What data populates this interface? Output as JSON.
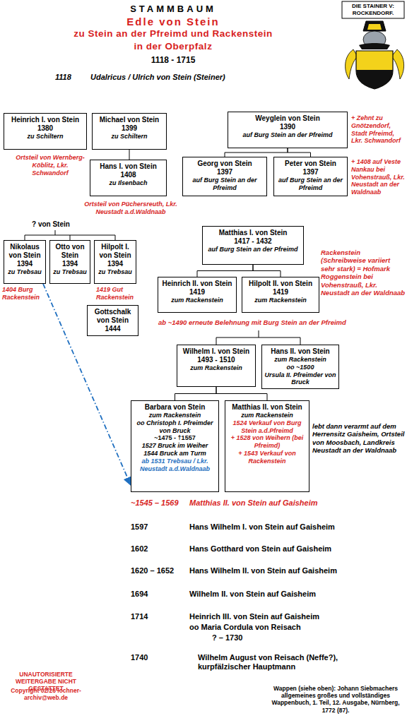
{
  "diagram": {
    "title": "STAMMBAUM",
    "nodes": [
      {
        "text": [
          "Heinrich I. von Stein",
          "1380",
          "zu Schiltern"
        ]
      },
      {
        "text": [
          "Michael von Stein",
          "1399",
          "zu Schiltern"
        ]
      },
      {
        "text": [
          "Hans I. von Stein",
          "1408",
          "zu Ilsenbach"
        ]
      },
      {
        "text": [
          "Weyglein von Stein",
          "1390",
          "auf Burg Stein an der Pfreimd"
        ]
      },
      {
        "text": [
          "Georg von Stein",
          "1397",
          "auf Burg Stein an der Pfreimd"
        ]
      },
      {
        "text": [
          "Peter von Stein",
          "1397",
          "auf Burg Stein an der Pfreimd"
        ]
      },
      {
        "text": [
          "Nikolaus von Stein",
          "1394",
          "zu Trebsau"
        ]
      },
      {
        "text": [
          "Otto von Stein",
          "1394",
          "zu Trebsau"
        ]
      },
      {
        "text": [
          "Hilpolt I. von Stein",
          "1394",
          "zu Trebsau"
        ]
      },
      {
        "text": [
          "Gottschalk von Stein",
          "1444"
        ]
      },
      {
        "text": [
          "Matthias I. von Stein",
          "1417 - 1432",
          "auf Burg Stein an der Pfreimd"
        ]
      },
      {
        "text": [
          "Heinrich II. von Stein",
          "1419",
          "zum Rackenstein"
        ]
      },
      {
        "text": [
          "Hilpolt II. von Stein",
          "1419",
          "zum Rackenstein"
        ]
      },
      {
        "text": [
          "Wilhelm I. von Stein",
          "1493 - 1510",
          "zum Rackenstein"
        ]
      },
      {
        "text": [
          "Hans II. von Stein",
          "zum Rackenstein",
          "oo ~1500",
          "Ursula II. Pfreimder von Bruck"
        ]
      },
      {
        "text": [
          "Barbara von Stein",
          "zum Rackenstein",
          "oo Christoph I. Pfreimder von Bruck",
          "~1475 - †1557",
          "1527 Bruck im Weiher",
          "1544 Bruck am Turm",
          "ab 1531 Trebsau / Lkr. Neustadt a.d.Waldnaab"
        ]
      },
      {
        "text": [
          "Matthias II. von Stein",
          "zum Rackenstein",
          "1524 Verkauf von Burg Stein a.d.Pfreimd",
          "+ 1528 von Weihern (bei Pfreimd)",
          "+ 1543 Verkauf von Rackenstein"
        ]
      }
    ],
    "edges": [
      {
        "from": 1,
        "to": 2,
        "arrow": "none"
      },
      {
        "from": 3,
        "to": 4,
        "arrow": "none"
      },
      {
        "from": 3,
        "to": 5,
        "arrow": "none"
      },
      {
        "from": 10,
        "to": 11,
        "arrow": "none"
      },
      {
        "from": 10,
        "to": 12,
        "arrow": "none"
      },
      {
        "from": 13,
        "to": 15,
        "arrow": "none"
      },
      {
        "from": 13,
        "to": 16,
        "arrow": "none"
      },
      {
        "from": 6,
        "to": 15,
        "arrow": "to"
      }
    ],
    "labels": [
      "Edle von Stein",
      "zu Stein an der Pfreimd und Rackenstein",
      "in der Oberpfalz",
      "1118 - 1715",
      "DIE STAINER V: ROCKENDORF.",
      "1118",
      "Udalricus / Ulrich von Stein (Steiner)",
      "Ortsteil von Wernberg-Köblitz, Lkr. Schwandorf",
      "+ Zehnt zu Gnötzendorf, Stadt Pfreimd, Lkr. Schwandorf",
      "+ 1408 auf Veste Nankau bei Vohenstrauß, Lkr. Neustadt an der Waldnaab",
      "Ortsteil von Püchersreuth, Lkr. Neustadt a.d.Waldnaab",
      "? von Stein",
      "1404 Burg Rackenstein",
      "1419 Gut Rackenstein",
      "Rackenstein (Schreibweise variiert sehr stark) = Hofmark Roggenstein bei Vohenstrauß, Lkr. Neustadt an der Waldnaab",
      "ab ~1490 erneute Belehnung mit Burg Stein an der Pfreimd",
      "lebt dann verarmt auf dem Herrensitz Gaisheim, Ortsteil von Moosbach, Landkreis Neustadt an der Waldnaab",
      "~1545 – 1569",
      "Matthias II. von Stein auf Gaisheim",
      "1597",
      "Hans Wilhelm I. von Stein auf Gaisheim",
      "1602",
      "Hans Gotthard von Stein auf Gaisheim",
      "1620 – 1652",
      "Hans Wilhelm II. von Stein auf Gaisheim",
      "1694",
      "Wilhelm II. von Stein auf Gaisheim",
      "1714",
      "Heinrich III. von Stein auf Gaisheim",
      "oo Maria Cordula von Reisach",
      "? – 1730",
      "1740",
      "Wilhelm August von Reisach (Neffe?), kurpfälzischer Hauptmann",
      "UNAUTORISIERTE WEITERGABE NICHT GESTATTET",
      "Copyright 02/26 lochner-archiv@web.de",
      "Wappen (siehe oben): Johann Siebmachers allgemeines großes und vollständiges Wappenbuch, 1. Teil, 12. Ausgabe, Nürnberg, 1772 (87)."
    ]
  }
}
